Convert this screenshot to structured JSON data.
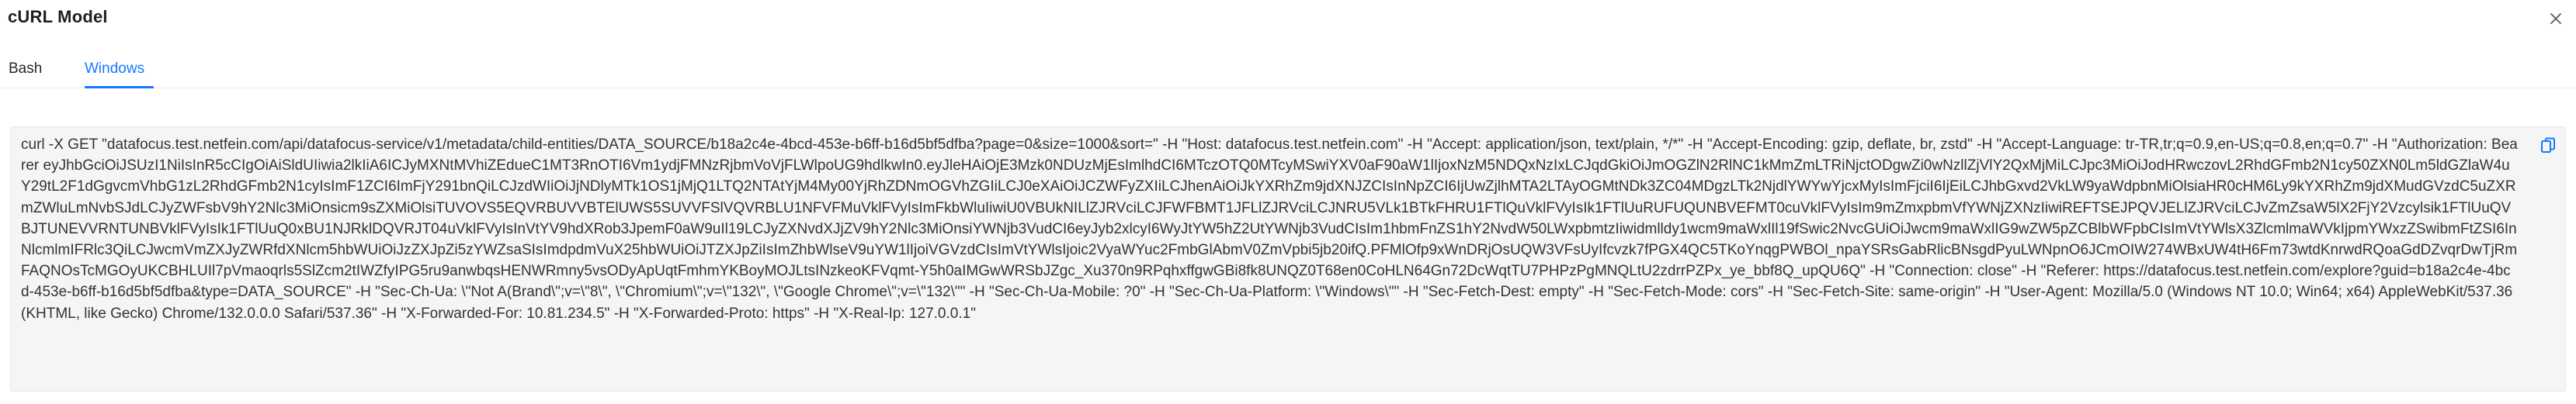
{
  "modal": {
    "title": "cURL Model",
    "close_icon": "close-icon"
  },
  "tabs": [
    {
      "label": "Bash",
      "active": false
    },
    {
      "label": "Windows",
      "active": true
    }
  ],
  "code": {
    "text": "curl -X GET \"datafocus.test.netfein.com/api/datafocus-service/v1/metadata/child-entities/DATA_SOURCE/b18a2c4e-4bcd-453e-b6ff-b16d5bf5dfba?page=0&size=1000&sort=\" -H \"Host: datafocus.test.netfein.com\" -H \"Accept: application/json, text/plain, */*\" -H \"Accept-Encoding: gzip, deflate, br, zstd\" -H \"Accept-Language: tr-TR,tr;q=0.9,en-US;q=0.8,en;q=0.7\" -H \"Authorization: Bearer eyJhbGciOiJSUzI1NiIsInR5cCIgOiAiSldUIiwia2lkIiA6ICJyMXNtMVhiZEdueC1MT3RnOTI6Vm1ydjFMNzRjbmVoVjFLWlpoUG9hdlkwIn0.eyJleHAiOjE3Mzk0NDUzMjEsImlhdCI6MTczOTQ0MTcyMSwiYXV0aF90aW1lIjoxNzM5NDQxNzIxLCJqdGkiOiJmOGZlN2RlNC1kMmZmLTRiNjctODgwZi0wNzllZjVlY2QxMjMiLCJpc3MiOiJodHRwczovL2RhdGFmb2N1cy50ZXN0Lm5ldGZlaW4uY29tL2F1dGgvcmVhbG1zL2RhdGFmb2N1cyIsImF1ZCI6ImFjY291bnQiLCJzdWIiOiJjNDlyMTk1OS1jMjQ1LTQ2NTAtYjM4My00YjRhZDNmOGVhZGIiLCJ0eXAiOiJCZWFyZXIiLCJhenAiOiJkYXRhZm9jdXNJZCIsInNpZCI6IjUwZjlhMTA2LTAyOGMtNDk3ZC04MDgzLTk2NjdlYWYwYjcxMyIsImFjciI6IjEiLCJhbGxvd2VkLW9yaWdpbnMiOlsiaHR0cHM6Ly9kYXRhZm9jdXMudGVzdC5uZXRmZWluLmNvbSJdLCJyZWFsbV9hY2Nlc3MiOnsicm9sZXMiOlsiTUVOVS5EQVRBUVVBTElUWS5SUVVFSlVQVRBLU1NFVFMuVklFVyIsImFkbWluIiwiU0VBUkNILlZJRVciLCJFWFBMT1JFLlZJRVciLCJNRU5VLk1BTkFHRU1FTlQuVklFVyIsIk1FTlUuRUFUQUNBVEFMT0cuVklFVyIsIm9mZmxpbmVfYWNjZXNzIiwiREFTSEJPQVJELlZJRVciLCJvZmZsaW5lX2FjY2Vzcylsik1FTlUuQVBJTUNEVVRNTUNBVklFVyIsIk1FTlUuQ0xBU1NJRklDQVRJT04uVklFVyIsInVtYV9hdXRob3JpemF0aW9uIl19LCJyZXNvdXJjZV9hY2Nlc3MiOnsiYWNjb3VudCI6eyJyb2xlcyI6WyJtYW5hZ2UtYWNjb3VudCIsIm1hbmFnZS1hY2NvdW50LWxpbmtzIiwidmlldy1wcm9maWxlIl19fSwic2NvcGUiOiJwcm9maWxlIG9wZW5pZCBlbWFpbCIsImVtYWlsX3ZlcmlmaWVkIjpmYWxzZSwibmFtZSI6InNlcmlmIFRlc3QiLCJwcmVmZXJyZWRfdXNlcm5hbWUiOiJzZXJpZi5zYWZsaSIsImdpdmVuX25hbWUiOiJTZXJpZiIsImZhbWlseV9uYW1lIjoiVGVzdCIsImVtYWlsIjoic2VyaWYuc2FmbGlAbmV0ZmVpbi5jb20ifQ.PFMlOfp9xWnDRjOsUQW3VFsUyIfcvzk7fPGX4QC5TKoYnqgPWBOl_npaYSRsGabRlicBNsgdPyuLWNpnO6JCmOIW274WBxUW4tH6Fm73wtdKnrwdRQoaGdDZvqrDwTjRmFAQNOsTcMGOyUKCBHLUIl7pVmaoqrls5SlZcm2tIWZfyIPG5ru9anwbqsHENWRmny5vsODyApUqtFmhmYKBoyMOJLtsINzkeoKFVqmt-Y5h0aIMGwWRSbJZgc_Xu370n9RPqhxffgwGBi8fk8UNQZ0T68en0CoHLN64Gn72DcWqtTU7PHPzPgMNQLtU2zdrrPZPx_ye_bbf8Q_upQU6Q\" -H \"Connection: close\" -H \"Referer: https://datafocus.test.netfein.com/explore?guid=b18a2c4e-4bcd-453e-b6ff-b16d5bf5dfba&type=DATA_SOURCE\" -H \"Sec-Ch-Ua: \\\"Not A(Brand\\\";v=\\\"8\\\", \\\"Chromium\\\";v=\\\"132\\\", \\\"Google Chrome\\\";v=\\\"132\\\"\" -H \"Sec-Ch-Ua-Mobile: ?0\" -H \"Sec-Ch-Ua-Platform: \\\"Windows\\\"\" -H \"Sec-Fetch-Dest: empty\" -H \"Sec-Fetch-Mode: cors\" -H \"Sec-Fetch-Site: same-origin\" -H \"User-Agent: Mozilla/5.0 (Windows NT 10.0; Win64; x64) AppleWebKit/537.36 (KHTML, like Gecko) Chrome/132.0.0.0 Safari/537.36\" -H \"X-Forwarded-For: 10.81.234.5\" -H \"X-Forwarded-Proto: https\" -H \"X-Real-Ip: 127.0.0.1\"",
    "copy_icon": "copy-icon"
  },
  "colors": {
    "accent": "#1677ff",
    "code_background": "#f5f5f5",
    "text": "#262626"
  }
}
